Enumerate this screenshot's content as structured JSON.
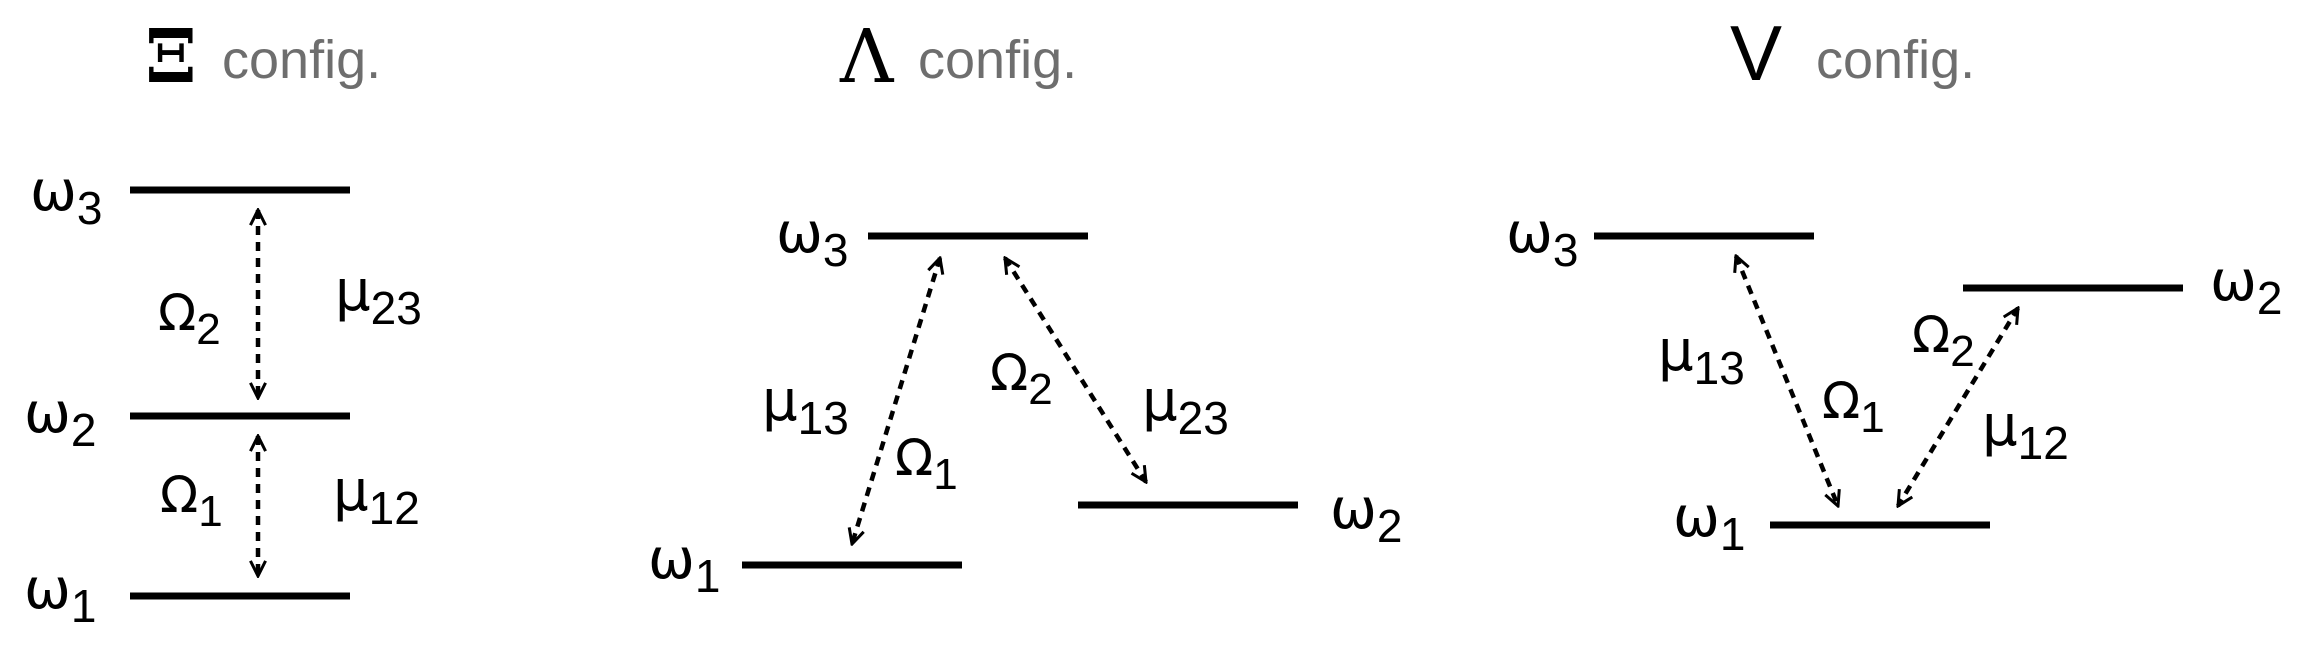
{
  "panels": {
    "xi": {
      "symbol": "Ξ",
      "config_label": "config.",
      "levels": {
        "w3": "ω",
        "w3_sub": "3",
        "w2": "ω",
        "w2_sub": "2",
        "w1": "ω",
        "w1_sub": "1"
      },
      "transitions": {
        "upper": {
          "rabi": "Ω",
          "rabi_sub": "2",
          "dipole": "μ",
          "dipole_sub": "23"
        },
        "lower": {
          "rabi": "Ω",
          "rabi_sub": "1",
          "dipole": "μ",
          "dipole_sub": "12"
        }
      }
    },
    "lambda": {
      "symbol": "Λ",
      "config_label": "config.",
      "levels": {
        "w3": "ω",
        "w3_sub": "3",
        "w2": "ω",
        "w2_sub": "2",
        "w1": "ω",
        "w1_sub": "1"
      },
      "transitions": {
        "left": {
          "rabi": "Ω",
          "rabi_sub": "1",
          "dipole": "μ",
          "dipole_sub": "13"
        },
        "right": {
          "rabi": "Ω",
          "rabi_sub": "2",
          "dipole": "μ",
          "dipole_sub": "23"
        }
      }
    },
    "vee": {
      "symbol": "V",
      "config_label": "config.",
      "levels": {
        "w3": "ω",
        "w3_sub": "3",
        "w2": "ω",
        "w2_sub": "2",
        "w1": "ω",
        "w1_sub": "1"
      },
      "transitions": {
        "left": {
          "rabi": "Ω",
          "rabi_sub": "1",
          "dipole": "μ",
          "dipole_sub": "13"
        },
        "right": {
          "rabi": "Ω",
          "rabi_sub": "2",
          "dipole": "μ",
          "dipole_sub": "12"
        }
      }
    }
  }
}
